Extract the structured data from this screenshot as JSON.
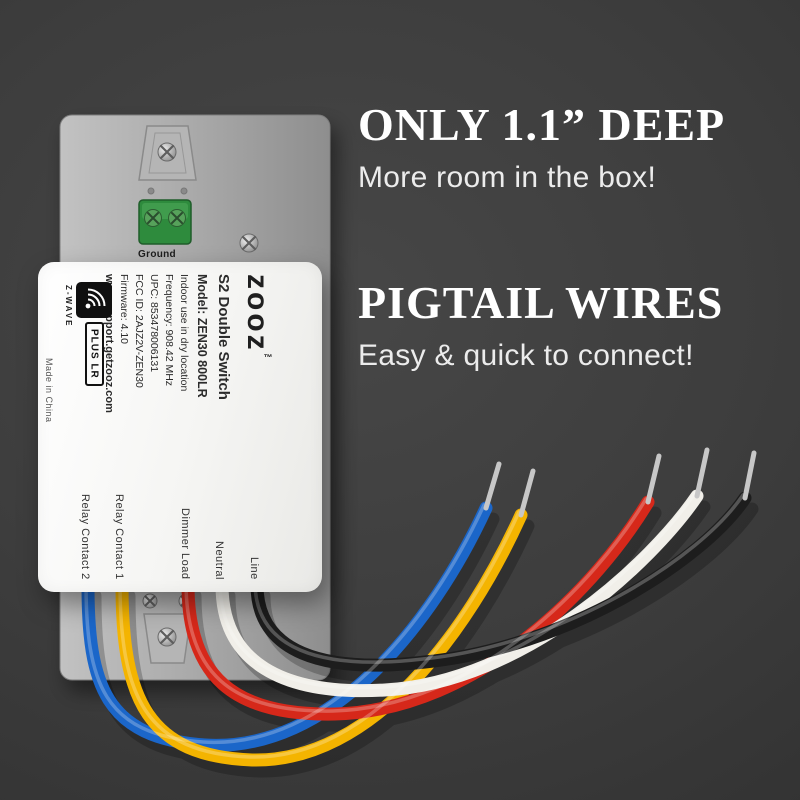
{
  "background_color": "#3c3c3c",
  "headlines": [
    {
      "title": "ONLY 1.1” DEEP",
      "subtitle": "More room in the box!"
    },
    {
      "title": "PIGTAIL WIRES",
      "subtitle": "Easy & quick to connect!"
    }
  ],
  "device": {
    "brand": "zooz",
    "trademark": "™",
    "product_name": "S2 Double Switch",
    "model": "Model: ZEN30 800LR",
    "specs": [
      "Indoor use in dry location",
      "Frequency: 908.42 MHz",
      "UPC: 853478006131",
      "FCC ID: 2AJZ2V-ZEN30",
      "Firmware: 4.10"
    ],
    "website": "www.support.getzooz.com",
    "ground_label": "Ground",
    "made_in": "Made in China",
    "badge": {
      "brand": "Z-WAVE",
      "tier": "PLUS LR"
    },
    "terminals": [
      "Relay Contact 2",
      "Relay Contact 1",
      "Dimmer Load",
      "Neutral",
      "Line"
    ],
    "wires": [
      {
        "terminal": "Relay Contact 2",
        "color": "#1b66c9"
      },
      {
        "terminal": "Relay Contact 1",
        "color": "#f4b400"
      },
      {
        "terminal": "Dimmer Load",
        "color": "#d6281a"
      },
      {
        "terminal": "Neutral",
        "color": "#f1efe9"
      },
      {
        "terminal": "Line",
        "color": "#1d1d1d"
      }
    ],
    "colors": {
      "body": "#f6f6f4",
      "plate": "#aaaaaa",
      "ground_terminal": "#2e8b3d",
      "bare_wire": "#c7c7c7"
    }
  }
}
